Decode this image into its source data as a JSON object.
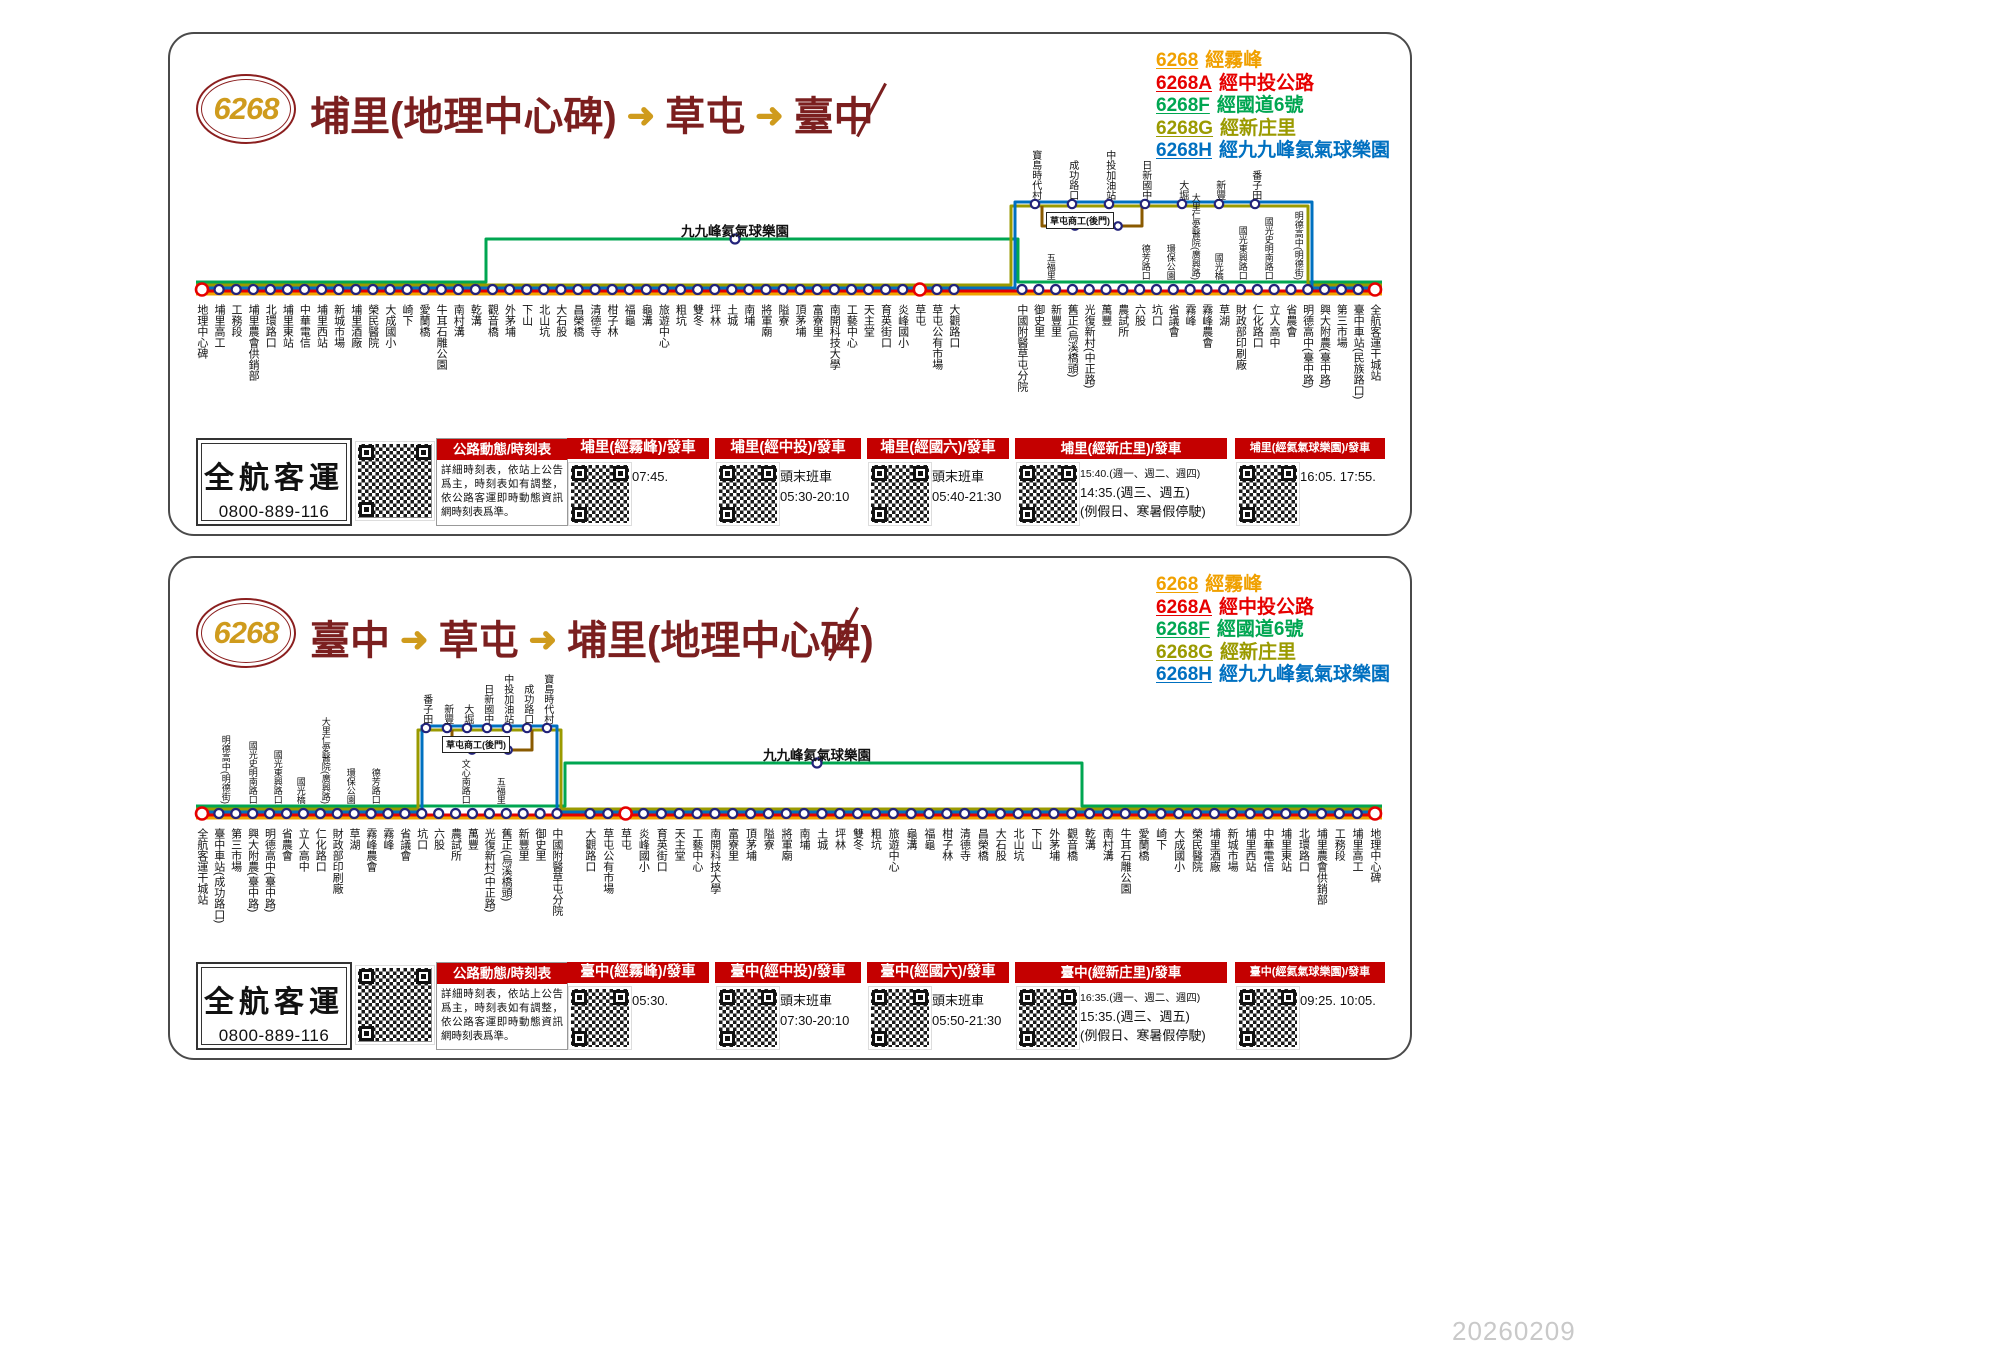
{
  "watermark": "20260209",
  "icons": {
    "arrow": "➜"
  },
  "agency": {
    "name": "全航客運",
    "phone": "0800-889-116"
  },
  "notice": {
    "header": "公路動態/時刻表",
    "body": "詳細時刻表，依站上公告爲主，時刻表如有調整，依公路客運即時動態資訊網時刻表爲準。"
  },
  "colors": {
    "route_main": "#f0a000",
    "route_a": "#e60000",
    "route_f": "#00a651",
    "route_g": "#9a9a00",
    "route_h": "#0070c0",
    "title": "#7b1f1f",
    "header": "#c40000",
    "stop_ring": "#23237a",
    "terminal": "#e60000"
  },
  "legend": [
    {
      "code": "6268",
      "label": "經霧峰",
      "key": "route_main"
    },
    {
      "code": "6268A",
      "label": "經中投公路",
      "key": "route_a"
    },
    {
      "code": "6268F",
      "label": "經國道6號",
      "key": "route_f"
    },
    {
      "code": "6268G",
      "label": "經新庄里",
      "key": "route_g"
    },
    {
      "code": "6268H",
      "label": "經九九峰氦氣球樂園",
      "key": "route_h"
    }
  ],
  "panels": [
    {
      "badge": "6268",
      "title": {
        "from": "埔里(地理中心碑)",
        "via": "草屯",
        "to": "臺中"
      },
      "bypass_stop": "九九峰氦氣球樂園",
      "loop_label": "草屯商工(後門)",
      "branch_stops": [
        "寶島時代村",
        "成功路口",
        "中投加油站",
        "日新國中",
        "大堀",
        "新豐",
        "番子田"
      ],
      "above": [
        "五福里",
        "德芳路口",
        "環保公園",
        "大里仁愛醫院(廣興路)",
        "國光橋",
        "國光東興路口",
        "國光史明南路口",
        "明德高中(明德街)"
      ],
      "sections": {
        "a": [
          "地理中心碑",
          "埔里高工",
          "工務段",
          "埔里農會供銷部",
          "北環路口",
          "埔里東站",
          "中華電信",
          "埔里西站",
          "新城市場",
          "埔里酒廠",
          "榮民醫院",
          "大成國小",
          "崎下",
          "愛蘭橋",
          "牛耳石雕公園",
          "南村溝",
          "乾溝",
          "觀音橋",
          "外茅埔",
          "下山",
          "北山坑",
          "大石股",
          "昌榮橋",
          "清德寺",
          "柑子林",
          "福龜",
          "龜溝",
          "旅遊中心",
          "粗坑",
          "雙冬",
          "坪林",
          "土城",
          "南埔",
          "將軍廟",
          "隘寮",
          "頂茅埔",
          "富寮里",
          "南開科技大學",
          "工藝中心",
          "天主堂",
          "育英街口",
          "炎峰國小",
          "草屯",
          "草屯公有市場",
          "大觀路口"
        ],
        "b": [
          "中國附醫草屯分院",
          "御史里",
          "新豐里",
          "舊正(烏溪橋頭)",
          "光復新村(中正路)",
          "萬豐",
          "農試所",
          "六股",
          "坑口",
          "省議會",
          "霧峰",
          "霧峰農會",
          "草湖",
          "財政部印刷廠",
          "仁化路口",
          "立人高中",
          "省農會",
          "明德高中(臺中路)",
          "興大附農(臺中路)",
          "第三市場",
          "臺中車站(民族路口)",
          "全航客運干城站"
        ]
      },
      "schedule": [
        {
          "header": "埔里(經霧峰)/發車",
          "lines": [
            "07:45."
          ]
        },
        {
          "header": "埔里(經中投)/發車",
          "lines": [
            "頭末班車",
            "05:30-20:10"
          ]
        },
        {
          "header": "埔里(經國六)/發車",
          "lines": [
            "頭末班車",
            "05:40-21:30"
          ]
        },
        {
          "header": "埔里(經新庄里)/發車",
          "lines": [
            "15:40.(週一、週二、週四)",
            "14:35.(週三、週五)",
            "(例假日、寒暑假停駛)"
          ]
        },
        {
          "header": "埔里(經氦氣球樂園)/發車",
          "lines": [
            "16:05. 17:55."
          ]
        }
      ]
    },
    {
      "badge": "6268",
      "title": {
        "from": "臺中",
        "via": "草屯",
        "to": "埔里(地理中心碑)"
      },
      "bypass_stop": "九九峰氦氣球樂園",
      "loop_label": "草屯商工(後門)",
      "branch_stops": [
        "番子田",
        "新豐",
        "大堀",
        "日新國中",
        "中投加油站",
        "成功路口",
        "寶島時代村"
      ],
      "above": [
        "明德高中(明德街)",
        "國光史明南路口",
        "國光東興路口",
        "國光橋",
        "大里仁愛醫院(廣興路)",
        "環保公園",
        "德芳路口",
        "文心南路口",
        "五福里"
      ],
      "sections": {
        "a": [
          "全航客運干城站",
          "臺中車站(成功路口)",
          "第三市場",
          "興大附農(臺中路)",
          "明德高中(臺中路)",
          "省農會",
          "立人高中",
          "仁化路口",
          "財政部印刷廠",
          "草湖",
          "霧峰農會",
          "霧峰",
          "省議會",
          "坑口",
          "六股",
          "農試所",
          "萬豐",
          "光復新村(中正路)",
          "舊正(烏溪橋頭)",
          "新豐里",
          "御史里",
          "中國附醫草屯分院"
        ],
        "b": [
          "大觀路口",
          "草屯公有市場",
          "草屯",
          "炎峰國小",
          "育英街口",
          "天主堂",
          "工藝中心",
          "南開科技大學",
          "富寮里",
          "頂茅埔",
          "隘寮",
          "將軍廟",
          "南埔",
          "土城",
          "坪林",
          "雙冬",
          "粗坑",
          "旅遊中心",
          "龜溝",
          "福龜",
          "柑子林",
          "清德寺",
          "昌榮橋",
          "大石股",
          "北山坑",
          "下山",
          "外茅埔",
          "觀音橋",
          "乾溝",
          "南村溝",
          "牛耳石雕公園",
          "愛蘭橋",
          "崎下",
          "大成國小",
          "榮民醫院",
          "埔里酒廠",
          "新城市場",
          "埔里西站",
          "中華電信",
          "埔里東站",
          "北環路口",
          "埔里農會供銷部",
          "工務段",
          "埔里高工",
          "地理中心碑"
        ]
      },
      "schedule": [
        {
          "header": "臺中(經霧峰)/發車",
          "lines": [
            "05:30."
          ]
        },
        {
          "header": "臺中(經中投)/發車",
          "lines": [
            "頭末班車",
            "07:30-20:10"
          ]
        },
        {
          "header": "臺中(經國六)/發車",
          "lines": [
            "頭末班車",
            "05:50-21:30"
          ]
        },
        {
          "header": "臺中(經新庄里)/發車",
          "lines": [
            "16:35.(週一、週二、週四)",
            "15:35.(週三、週五)",
            "(例假日、寒暑假停駛)"
          ]
        },
        {
          "header": "臺中(經氦氣球樂園)/發車",
          "lines": [
            "09:25. 10:05."
          ]
        }
      ]
    }
  ]
}
